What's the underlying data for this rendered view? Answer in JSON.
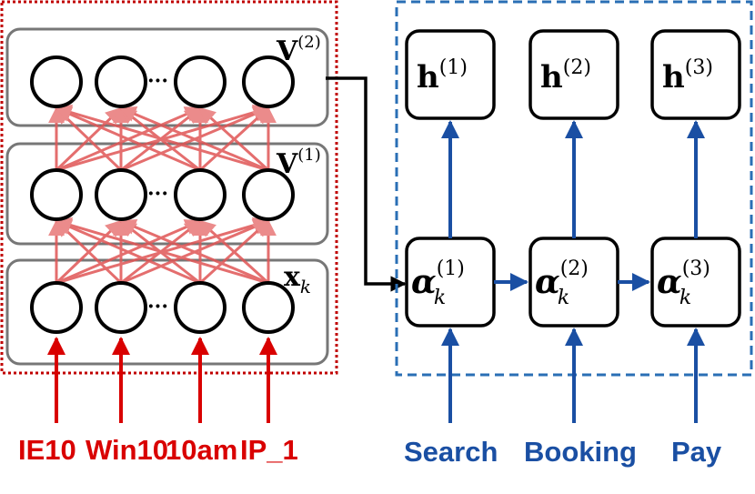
{
  "left_network": {
    "layers": [
      {
        "name": "V",
        "superscript": "(2)",
        "subscript": ""
      },
      {
        "name": "V",
        "superscript": "(1)",
        "subscript": ""
      },
      {
        "name": "x",
        "superscript": "",
        "subscript": "k"
      }
    ],
    "ellipsis": "···",
    "inputs": [
      "IE10",
      "Win10",
      "10am",
      "IP_1"
    ]
  },
  "right_network": {
    "outputs": [
      {
        "name": "h",
        "superscript": "(1)"
      },
      {
        "name": "h",
        "superscript": "(2)"
      },
      {
        "name": "h",
        "superscript": "(3)"
      }
    ],
    "states": [
      {
        "name": "α",
        "superscript": "(1)",
        "subscript": "k"
      },
      {
        "name": "α",
        "superscript": "(2)",
        "subscript": "k"
      },
      {
        "name": "α",
        "superscript": "(3)",
        "subscript": "k"
      }
    ],
    "inputs": [
      "Search",
      "Booking",
      "Pay"
    ]
  },
  "colors": {
    "red_border": "#c00000",
    "red_edge": "#e05555",
    "red_arrow": "#d90000",
    "blue_border": "#2a6fb5",
    "blue_arrow": "#1a4fa3",
    "box_border": "#777777"
  }
}
